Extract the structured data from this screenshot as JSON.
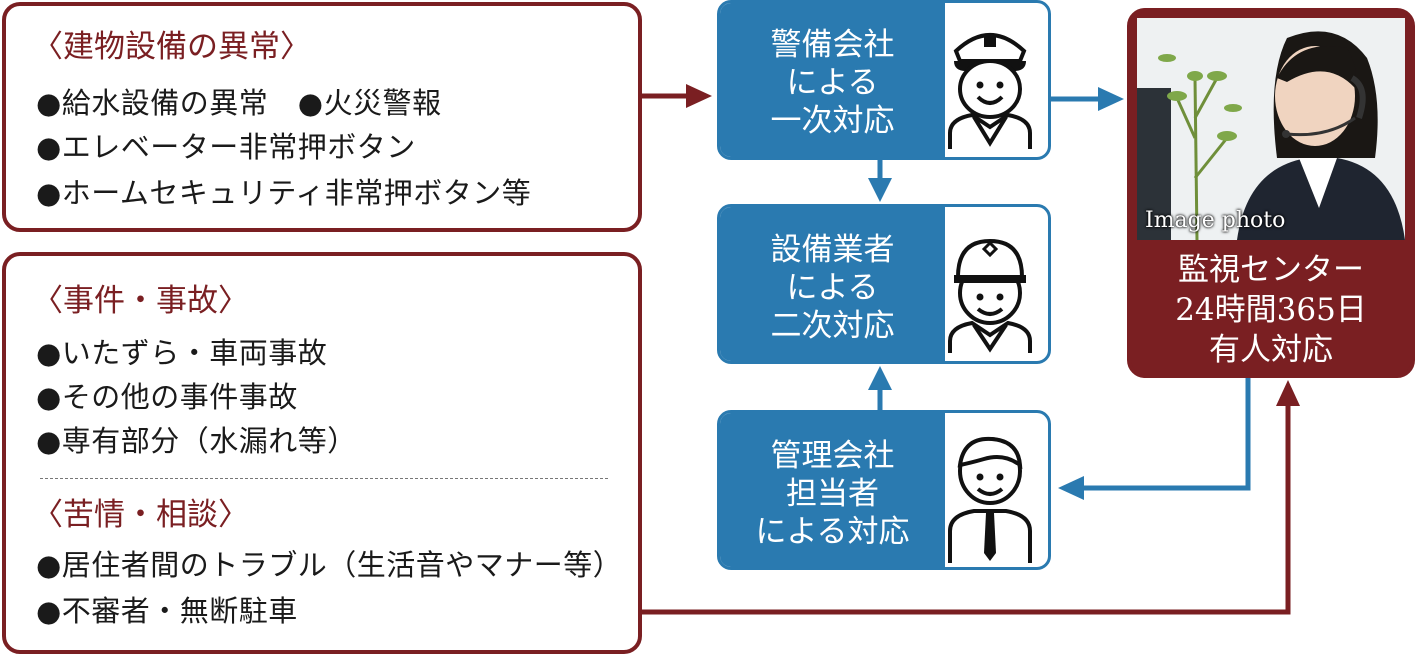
{
  "equipment": {
    "heading": "〈建物設備の異常〉",
    "lines": [
      "●給水設備の異常　●火災警報",
      "●エレベーター非常押ボタン",
      "●ホームセキュリティ非常押ボタン等"
    ]
  },
  "incidents": {
    "heading": "〈事件・事故〉",
    "lines": [
      "●いたずら・車両事故",
      "●その他の事件事故",
      "●専有部分（水漏れ等）"
    ],
    "heading2": "〈苦情・相談〉",
    "lines2": [
      "●居住者間のトラブル（生活音やマナー等）",
      "●不審者・無断駐車"
    ]
  },
  "security": {
    "lines": [
      "警備会社",
      "による",
      "一次対応"
    ],
    "icon": "security-guard-icon"
  },
  "contractor": {
    "lines": [
      "設備業者",
      "による",
      "二次対応"
    ],
    "icon": "worker-icon"
  },
  "management": {
    "lines": [
      "管理会社",
      "担当者",
      "による対応"
    ],
    "icon": "businessman-icon"
  },
  "center": {
    "photo_caption": "Image photo",
    "lines": [
      "監視センター",
      "24時間365日",
      "有人対応"
    ]
  },
  "colors": {
    "red": "#7a1f22",
    "blue": "#2a7ab0"
  }
}
